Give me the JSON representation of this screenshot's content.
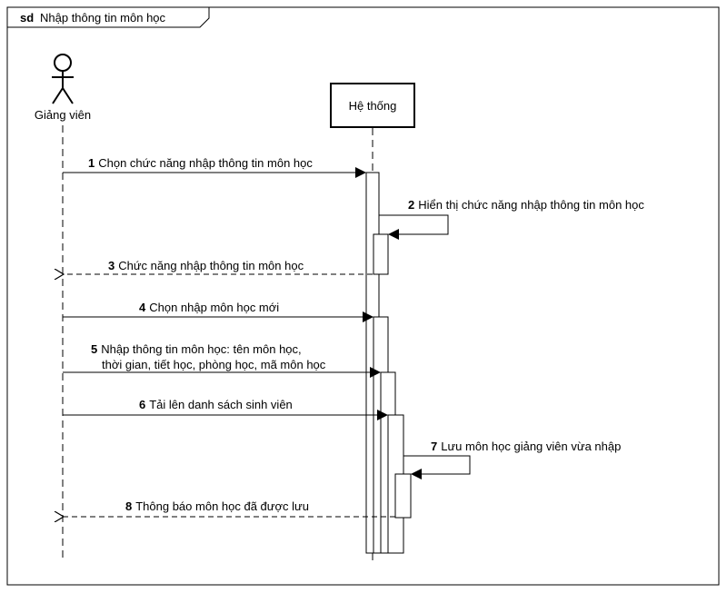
{
  "frame": {
    "keyword": "sd",
    "title": "Nhập thông tin môn học"
  },
  "actor": {
    "label": "Giảng viên"
  },
  "system": {
    "label": "Hệ thống"
  },
  "messages": [
    {
      "num": "1",
      "text": "Chọn chức năng nhập thông tin môn học",
      "kind": "sync"
    },
    {
      "num": "2",
      "text": "Hiển thị chức năng nhập thông tin môn học",
      "kind": "self"
    },
    {
      "num": "3",
      "text": "Chức năng nhập thông tin môn học",
      "kind": "return"
    },
    {
      "num": "4",
      "text": "Chọn nhập môn học mới",
      "kind": "sync"
    },
    {
      "num": "5",
      "text": "Nhập thông tin môn học: tên môn học,",
      "text2": "thời gian, tiết học, phòng học, mã môn học",
      "kind": "sync"
    },
    {
      "num": "6",
      "text": "Tải lên danh sách sinh viên",
      "kind": "sync"
    },
    {
      "num": "7",
      "text": "Lưu môn học giảng viên vừa nhập",
      "kind": "self"
    },
    {
      "num": "8",
      "text": "Thông báo môn học đã được lưu",
      "kind": "return"
    }
  ]
}
